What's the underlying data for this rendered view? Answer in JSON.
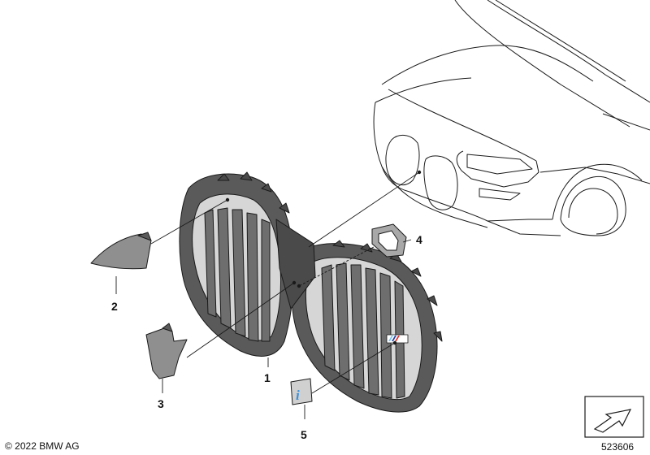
{
  "callouts": [
    "1",
    "2",
    "3",
    "4",
    "5"
  ],
  "copyright": "© 2022 BMW AG",
  "doc_number": "523606",
  "badge_letter": "i",
  "colors": {
    "line": "#1a1a1a",
    "part_dark": "#3c3c3c",
    "part_mid": "#6e6e6e",
    "part_light": "#9a9a9a",
    "badge_blue": "#3b8fd8",
    "m_blue_light": "#7ec3f0",
    "m_blue_dark": "#2a3f9e",
    "m_red": "#e0322c"
  }
}
